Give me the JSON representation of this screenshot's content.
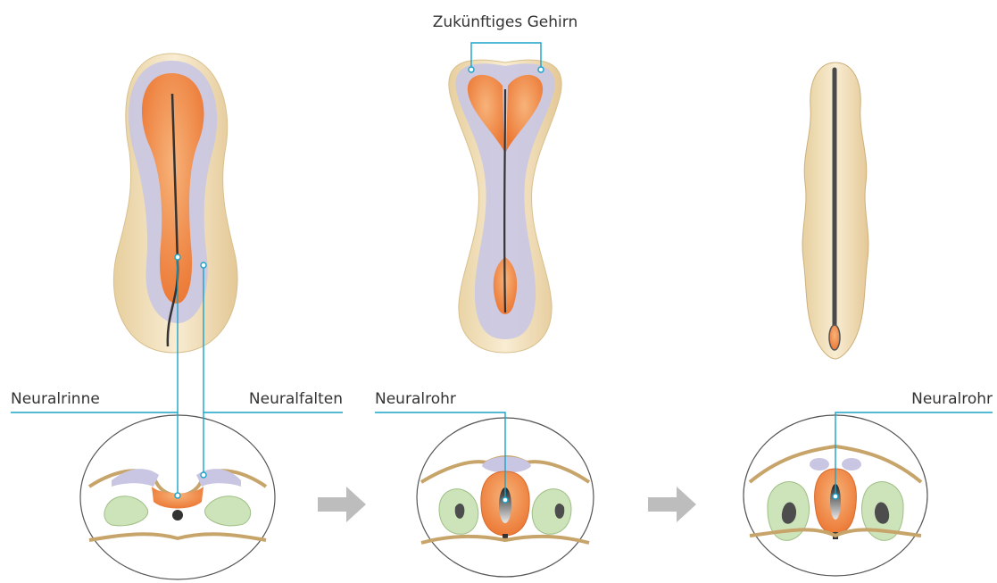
{
  "labels": {
    "future_brain": "Zukünftiges Gehirn",
    "neural_groove": "Neuralrinne",
    "neural_folds": "Neuralfalten",
    "neural_tube_1": "Neuralrohr",
    "neural_tube_2": "Neuralrohr"
  },
  "colors": {
    "leader_line": "#1aa3c7",
    "neural_plate": "#f08a4b",
    "embryo_body": "#f1dfb7",
    "fold_rim": "#c9c6e3",
    "somite": "#cde3b9",
    "arrow": "#bdbdbd"
  }
}
